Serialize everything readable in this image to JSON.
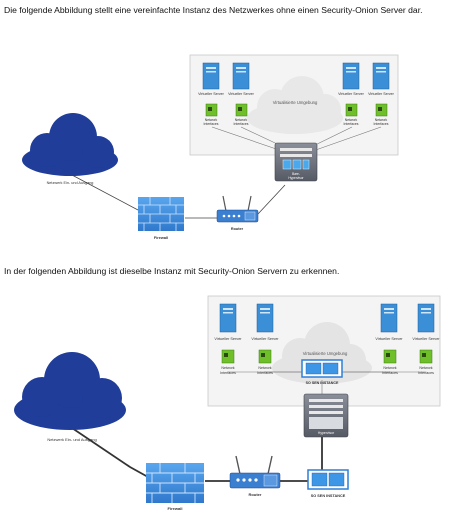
{
  "captions": {
    "first": "Die folgende Abbildung stellt eine vereinfachte Instanz des Netzwerkes ohne einen Security-Onion Server dar.",
    "second": "In der folgenden Abbildung ist dieselbe Instanz mit Security-Onion Servern zu erkennen."
  },
  "diagram1": {
    "server_label": "Virtueller Server",
    "nic_label_line1": "Network",
    "nic_label_line2": "Interfaces",
    "cloud_label": "Virtualisierte Umgebung",
    "internet_label": "Netzwerk Ein- und Ausgang",
    "firewall_label": "Firewall",
    "router_label": "Router",
    "hypervisor_label_line1": "Bare-",
    "hypervisor_label_line2": "Hypervisor"
  },
  "diagram2": {
    "server_label": "Virtueller Server",
    "nic_label_line1": "Network",
    "nic_label_line2": "Interfaces",
    "cloud_label": "Virtualisierte Umgebung",
    "internet_label": "Netzwerk Ein- und Ausgang",
    "firewall_label": "Firewall",
    "router_label": "Router",
    "so_instance_label": "SO SEN INSTANCE",
    "so_instance_label_bottom": "SO SEN INSTANCE",
    "hypervisor_label": "Hypervisor"
  },
  "colors": {
    "cloud_blue": "#1f3d99",
    "server_blue": "#3b8fd6",
    "nic_green": "#6fbf2a",
    "firewall_blue": "#3d8fe0",
    "router_blue": "#3a7fd0",
    "hypervisor_gray": "#5a5f6a"
  }
}
